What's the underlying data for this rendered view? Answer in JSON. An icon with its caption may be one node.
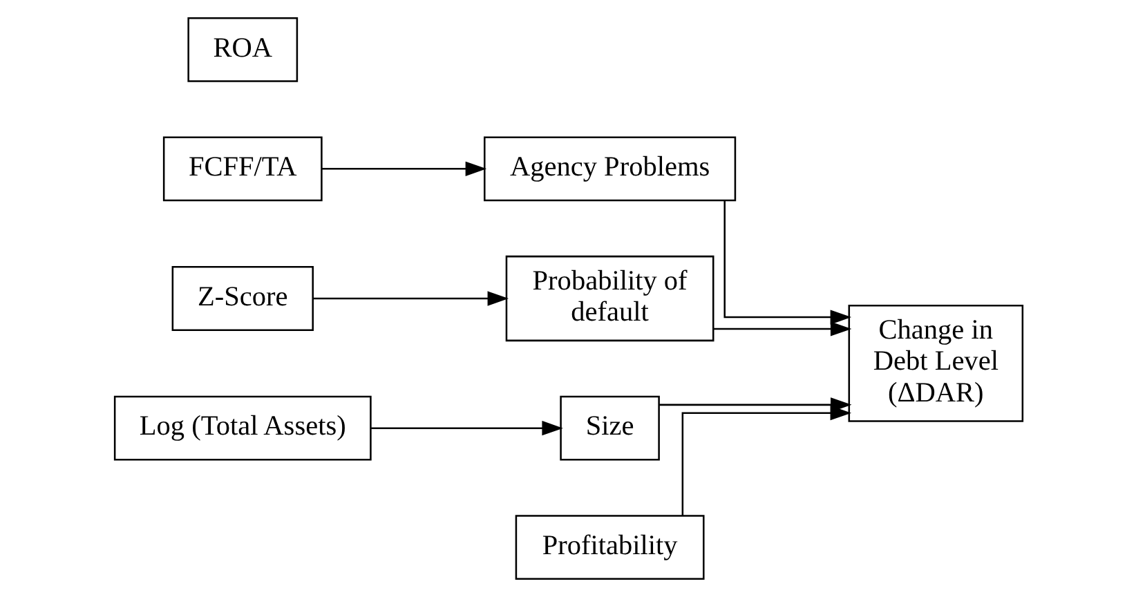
{
  "diagram": {
    "nodes": [
      {
        "text": [
          "FCFF/TA"
        ]
      },
      {
        "text": [
          "Agency Problems"
        ]
      },
      {
        "text": [
          "Z-Score"
        ]
      },
      {
        "text": [
          "Probability of default"
        ]
      },
      {
        "text": [
          "Log (Total Assets)"
        ]
      },
      {
        "text": [
          "Size"
        ]
      },
      {
        "text": [
          "ROA"
        ]
      },
      {
        "text": [
          "Profitability"
        ]
      },
      {
        "text": [
          "Change in Debt Level (ΔDAR)"
        ]
      }
    ],
    "edges": [
      {
        "from": 0,
        "to": 1,
        "arrow": "to"
      },
      {
        "from": 2,
        "to": 3,
        "arrow": "to"
      },
      {
        "from": 4,
        "to": 5,
        "arrow": "to"
      },
      {
        "from": 1,
        "to": 8,
        "arrow": "to"
      },
      {
        "from": 3,
        "to": 8,
        "arrow": "to"
      },
      {
        "from": 5,
        "to": 8,
        "arrow": "to"
      },
      {
        "from": 7,
        "to": 8,
        "arrow": "to"
      }
    ]
  }
}
